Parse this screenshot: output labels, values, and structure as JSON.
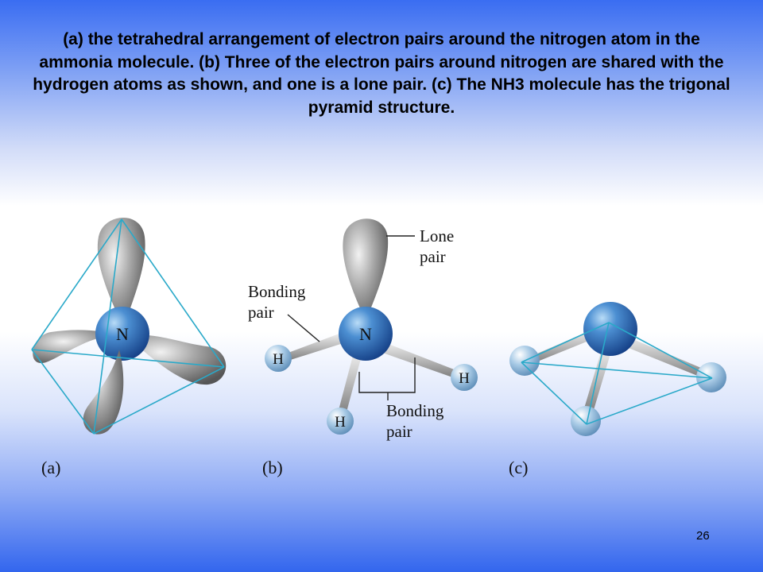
{
  "caption": "(a) the tetrahedral arrangement of electron pairs around the nitrogen atom in the ammonia molecule. (b) Three of the electron pairs around nitrogen are shared with the hydrogen atoms as shown, and one is a lone pair. (c) The NH3 molecule has the trigonal pyramid structure.",
  "page_number": "26",
  "panels": {
    "a": {
      "label": "(a)",
      "atom": "N"
    },
    "b": {
      "label": "(b)",
      "atom": "N",
      "hydrogen": "H",
      "lone_pair_label": [
        "Lone",
        "pair"
      ],
      "bonding_pair_label_left": [
        "Bonding",
        "pair"
      ],
      "bonding_pair_label_bottom": [
        "Bonding",
        "pair"
      ]
    },
    "c": {
      "label": "(c)"
    }
  },
  "colors": {
    "tetrahedron_edge": "#2aa9c9",
    "atom_blue": "#2f6fb7",
    "hydrogen_blue": "#9ec3df",
    "lobe_gray": "#9a9a9a"
  }
}
